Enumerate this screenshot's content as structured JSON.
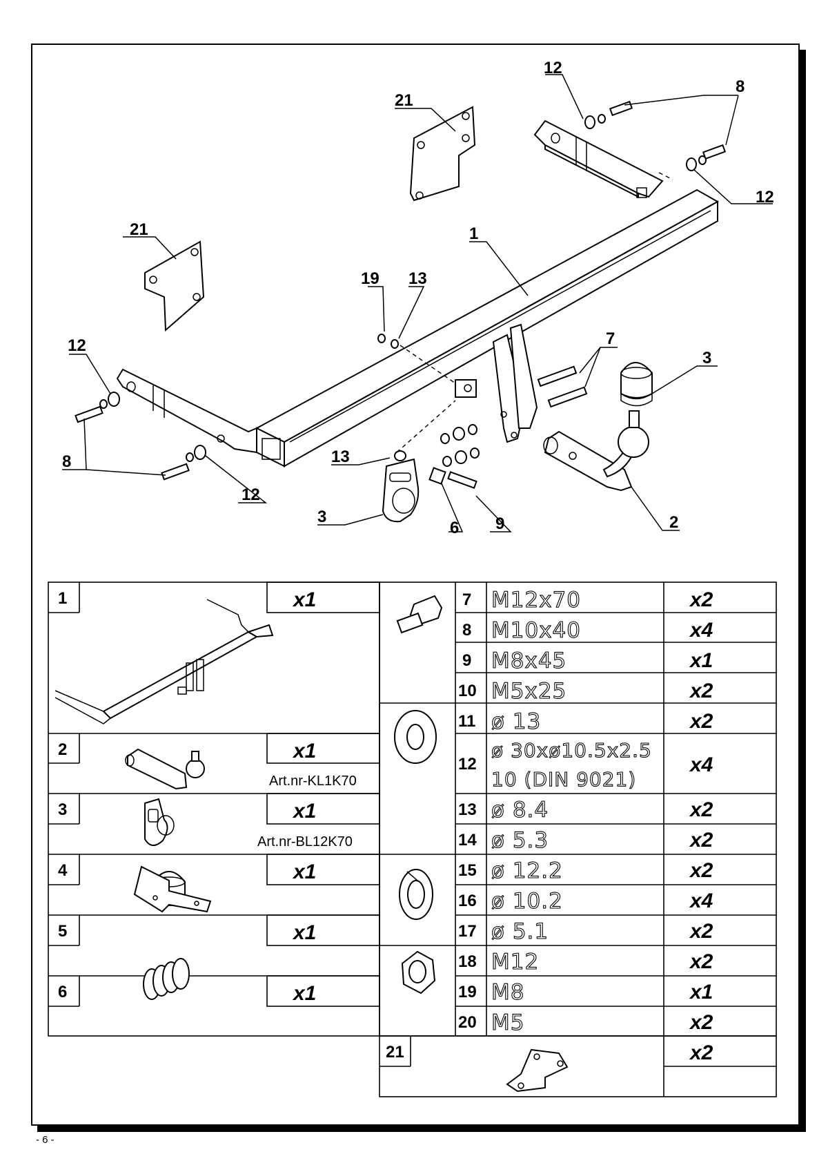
{
  "page_number": "- 6 -",
  "callouts": [
    "1",
    "2",
    "3",
    "3",
    "6",
    "7",
    "8",
    "8",
    "9",
    "12",
    "12",
    "12",
    "12",
    "13",
    "13",
    "19",
    "21",
    "21"
  ],
  "parts": [
    {
      "num": "1",
      "qty": "x1",
      "art": ""
    },
    {
      "num": "2",
      "qty": "x1",
      "art": "Art.nr-KL1K70"
    },
    {
      "num": "3",
      "qty": "x1",
      "art": "Art.nr-BL12K70"
    },
    {
      "num": "4",
      "qty": "x1",
      "art": ""
    },
    {
      "num": "5",
      "qty": "x1",
      "art": ""
    },
    {
      "num": "6",
      "qty": "x1",
      "art": ""
    }
  ],
  "hardware": [
    {
      "num": "7",
      "spec": "M12x70",
      "qty": "x2"
    },
    {
      "num": "8",
      "spec": "M10x40",
      "qty": "x4"
    },
    {
      "num": "9",
      "spec": "M8x45",
      "qty": "x1"
    },
    {
      "num": "10",
      "spec": "M5x25",
      "qty": "x2"
    },
    {
      "num": "11",
      "spec": "ø 13",
      "qty": "x2"
    },
    {
      "num": "12",
      "spec": "ø 30xø10.5x2.5",
      "spec2": "10  (DIN 9021)",
      "qty": "x4"
    },
    {
      "num": "13",
      "spec": "ø 8.4",
      "qty": "x2"
    },
    {
      "num": "14",
      "spec": "ø 5.3",
      "qty": "x2"
    },
    {
      "num": "15",
      "spec": "ø 12.2",
      "qty": "x2"
    },
    {
      "num": "16",
      "spec": "ø 10.2",
      "qty": "x4"
    },
    {
      "num": "17",
      "spec": "ø 5.1",
      "qty": "x2"
    },
    {
      "num": "18",
      "spec": "M12",
      "qty": "x2"
    },
    {
      "num": "19",
      "spec": "M8",
      "qty": "x1"
    },
    {
      "num": "20",
      "spec": "M5",
      "qty": "x2"
    },
    {
      "num": "21",
      "spec": "",
      "qty": "x2"
    }
  ],
  "icons": [
    "crossbar-part",
    "ball-neck-part",
    "socket-plate-part",
    "ball-cover-part",
    "bracket-part",
    "spring-part",
    "bolt-icon",
    "washer-icon",
    "spring-washer-icon",
    "nut-icon",
    "reinforcement-plate-part"
  ]
}
